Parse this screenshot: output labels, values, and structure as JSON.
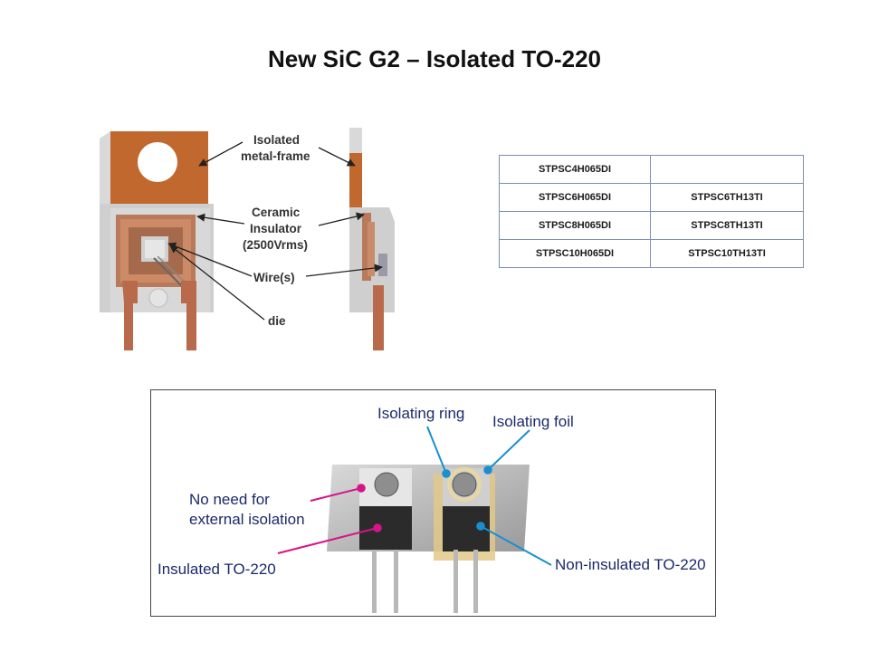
{
  "slide": {
    "title": "New SiC G2 – Isolated TO-220"
  },
  "diagram": {
    "labels": {
      "isolated_line1": "Isolated",
      "isolated_line2": "metal-frame",
      "ceramic_line1": "Ceramic",
      "ceramic_line2": "Insulator",
      "ceramic_line3": "(2500Vrms)",
      "wires": "Wire(s)",
      "die": "die"
    }
  },
  "parts_table": {
    "rows": [
      [
        "STPSC4H065DI",
        ""
      ],
      [
        "STPSC6H065DI",
        "STPSC6TH13TI"
      ],
      [
        "STPSC8H065DI",
        "STPSC8TH13TI"
      ],
      [
        "STPSC10H065DI",
        "STPSC10TH13TI"
      ]
    ]
  },
  "photo": {
    "labels": {
      "isolating_ring": "Isolating ring",
      "isolating_foil": "Isolating foil",
      "no_need_line1": "No need for",
      "no_need_line2": "external isolation",
      "insulated": "Insulated TO-220",
      "non_insulated": "Non-insulated TO-220"
    },
    "colors": {
      "magenta_arrow": "#d6148a",
      "cyan_arrow": "#1a8fd0"
    }
  },
  "colors": {
    "copper": "#c0682e",
    "lead": "#b86a4a",
    "package_grey": "#cfcfcf",
    "table_border": "#7b8fb6"
  }
}
